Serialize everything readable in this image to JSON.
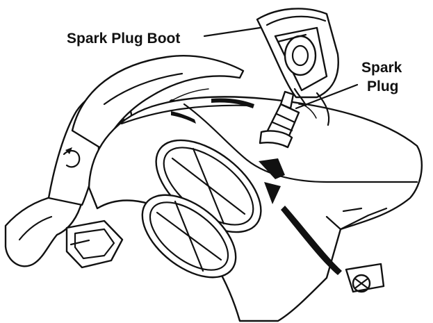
{
  "labels": {
    "boot": "Spark Plug Boot",
    "plug_line1": "Spark",
    "plug_line2": "Plug"
  }
}
